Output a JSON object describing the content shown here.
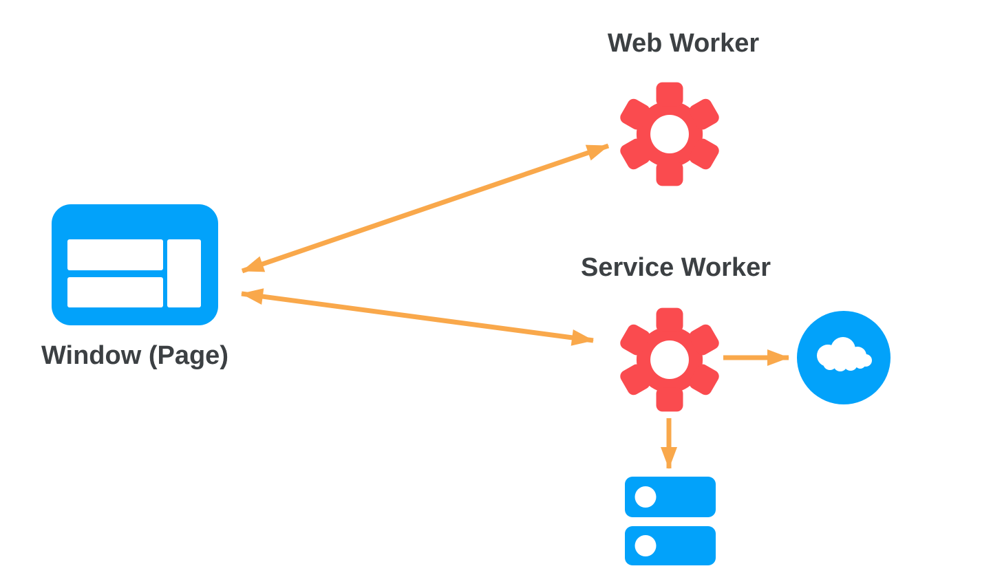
{
  "diagram": {
    "title": "Service worker / web worker architecture diagram",
    "background": "#FFFFFF",
    "colors": {
      "node_blue": "#02A2FA",
      "node_red": "#FA4B4F",
      "arrow_orange": "#F9A84B",
      "label_text": "#3C4043"
    },
    "labels": {
      "web_worker": "Web Worker",
      "service_worker": "Service Worker",
      "window_page": "Window (Page)"
    },
    "nodes": [
      {
        "id": "window-page",
        "label": "Window (Page)",
        "icon": "browser-window-icon",
        "icon_color": "#02A2FA"
      },
      {
        "id": "web-worker",
        "label": "Web Worker",
        "icon": "gear-icon",
        "icon_color": "#FA4B4F"
      },
      {
        "id": "service-worker",
        "label": "Service Worker",
        "icon": "gear-icon",
        "icon_color": "#FA4B4F"
      },
      {
        "id": "network-cloud",
        "label": "",
        "icon": "cloud-icon",
        "icon_color": "#02A2FA"
      },
      {
        "id": "storage-database",
        "label": "",
        "icon": "database-icon",
        "icon_color": "#02A2FA"
      }
    ],
    "edges": [
      {
        "from": "window-page",
        "to": "web-worker",
        "style": "bidirectional",
        "color": "#F9A84B"
      },
      {
        "from": "window-page",
        "to": "service-worker",
        "style": "bidirectional",
        "color": "#F9A84B"
      },
      {
        "from": "service-worker",
        "to": "network-cloud",
        "style": "unidirectional",
        "color": "#F9A84B"
      },
      {
        "from": "service-worker",
        "to": "storage-database",
        "style": "unidirectional",
        "color": "#F9A84B"
      }
    ]
  }
}
